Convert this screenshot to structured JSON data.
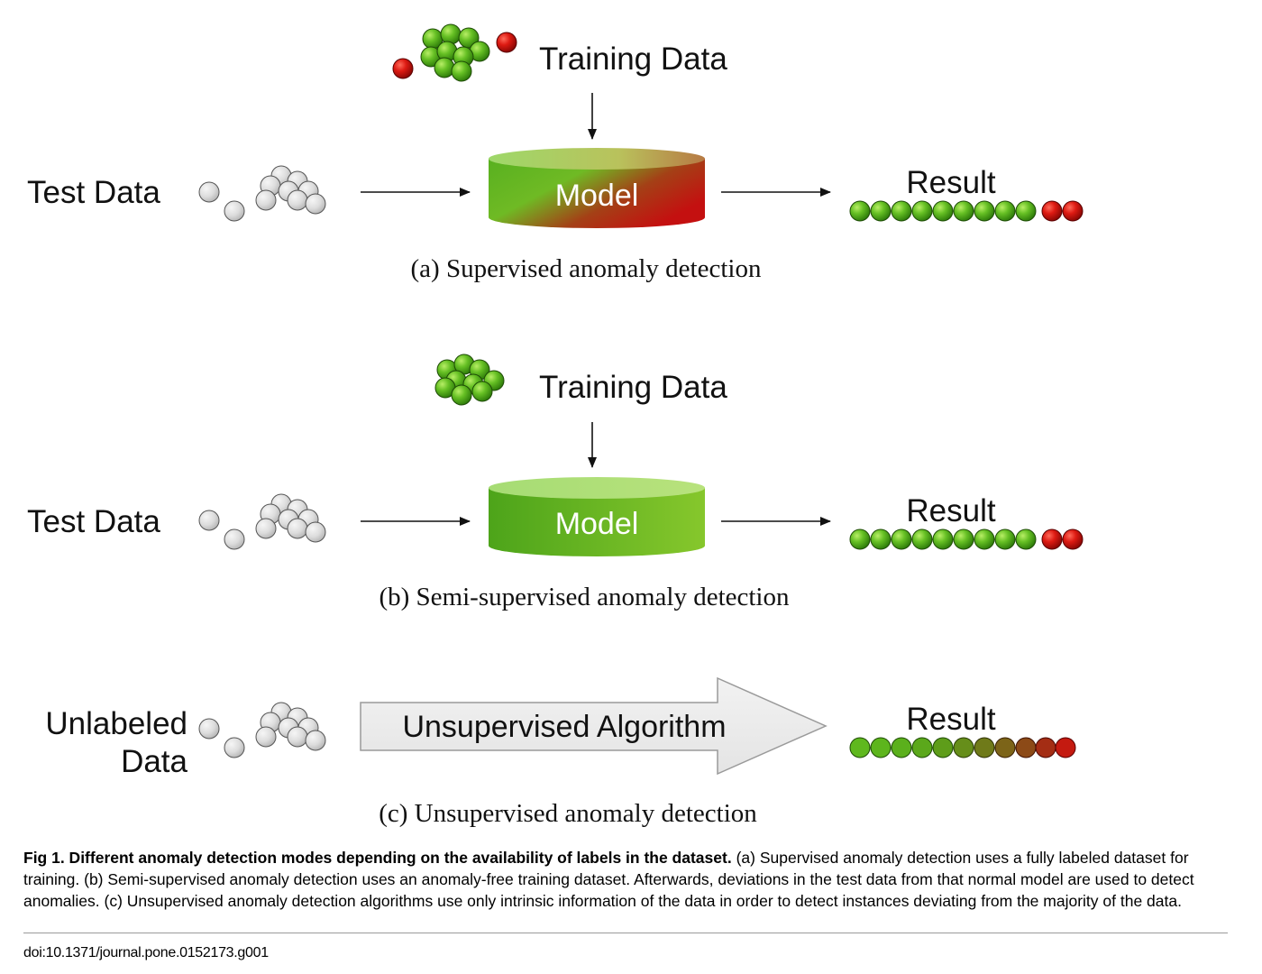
{
  "panels": [
    {
      "training_label": "Training Data",
      "input_label": "Test Data",
      "model_label": "Model",
      "result_label": "Result",
      "caption": "(a) Supervised anomaly detection"
    },
    {
      "training_label": "Training Data",
      "input_label": "Test Data",
      "model_label": "Model",
      "result_label": "Result",
      "caption": "(b) Semi-supervised anomaly detection"
    },
    {
      "input_label_line1": "Unlabeled",
      "input_label_line2": "Data",
      "algorithm_label": "Unsupervised Algorithm",
      "result_label": "Result",
      "caption": "(c) Unsupervised anomaly detection"
    }
  ],
  "figure": {
    "title": "Fig 1. Different anomaly detection modes depending on the availability of labels in the dataset.",
    "body": "(a) Supervised anomaly detection uses a fully labeled dataset for training. (b) Semi-supervised anomaly detection uses an anomaly-free training dataset. Afterwards, deviations in the test data from that normal model are used to detect anomalies. (c) Unsupervised anomaly detection algorithms use only intrinsic information of the data in order to detect instances deviating from the majority of the data.",
    "doi": "doi:10.1371/journal.pone.0152173.g001"
  },
  "colors": {
    "normal": "#66bb22",
    "anomaly": "#cc1111",
    "unlabeled": "#d9d9d9"
  }
}
